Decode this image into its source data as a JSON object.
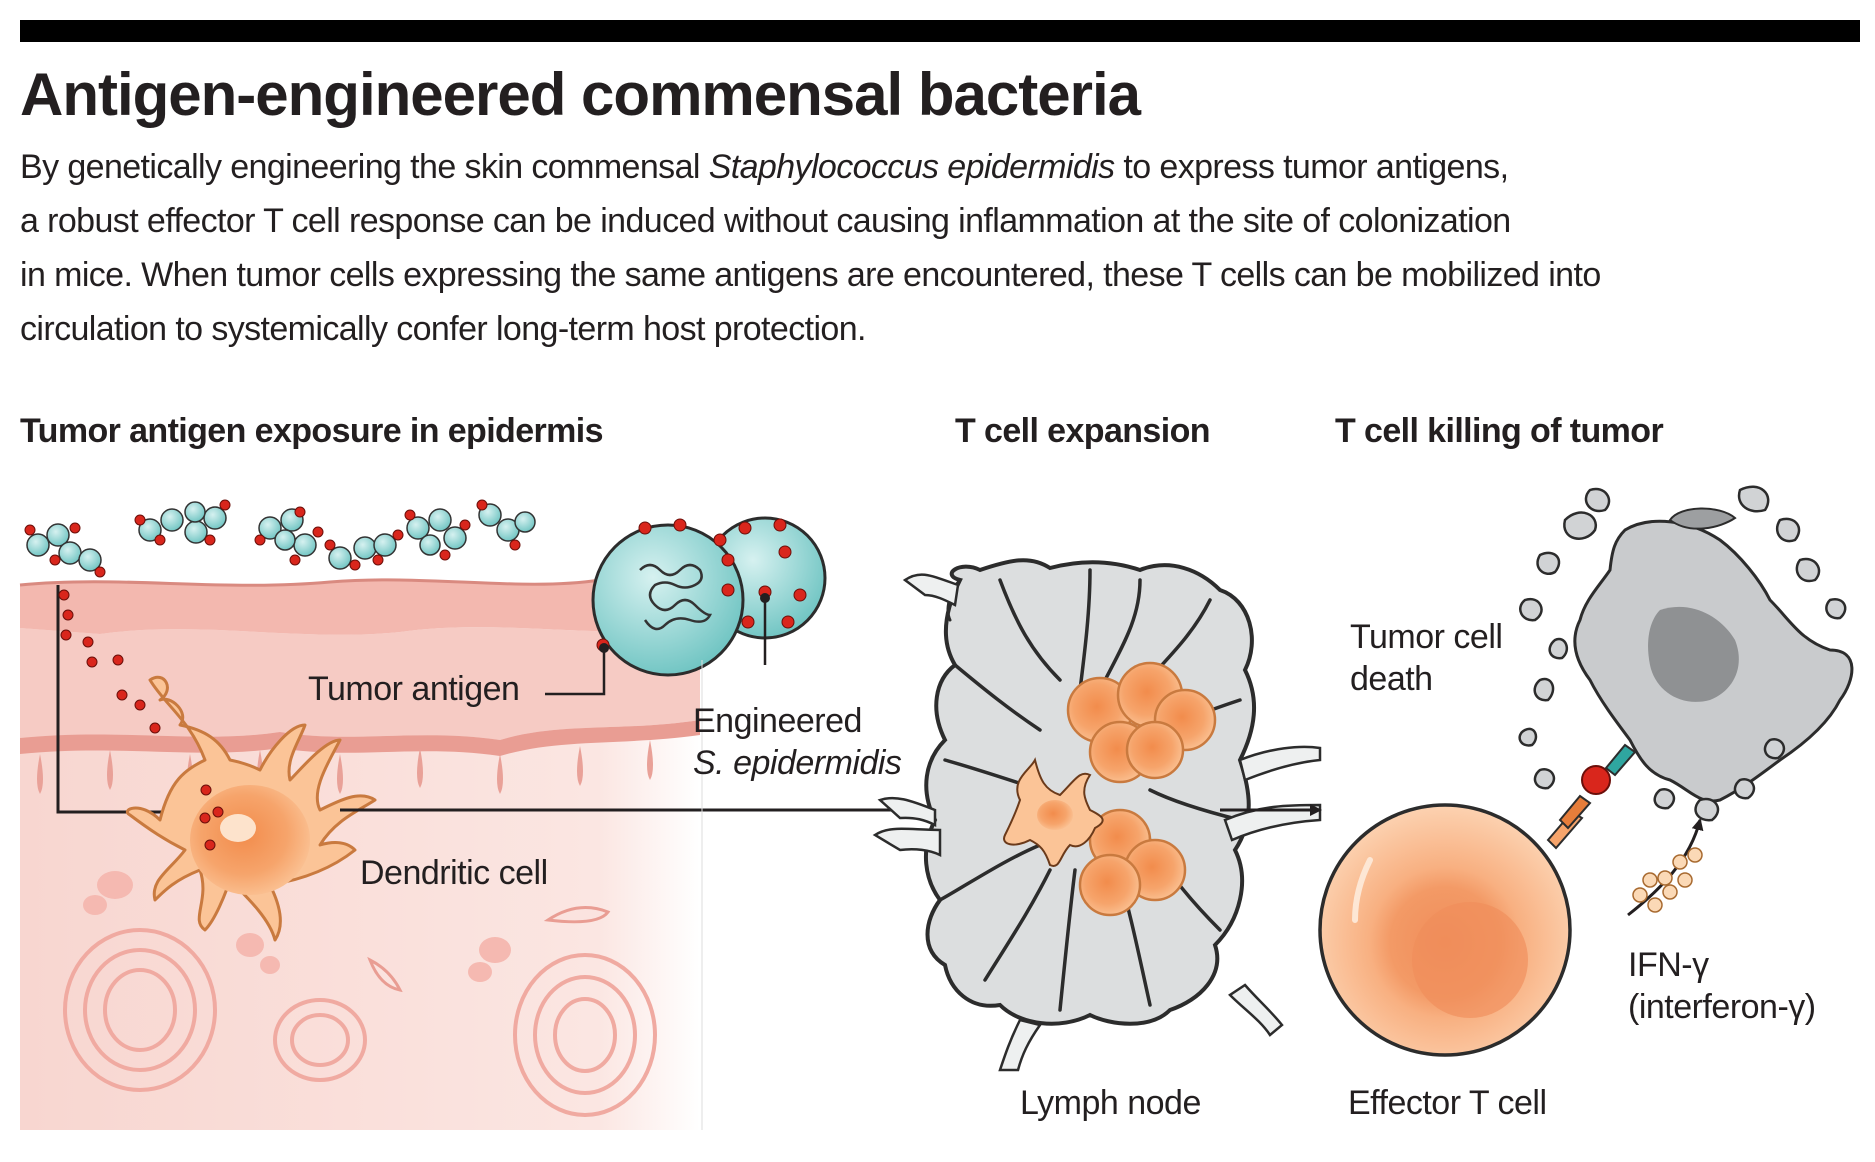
{
  "title": "Antigen-engineered commensal bacteria",
  "subtitle": {
    "line1_pre": "By genetically engineering the skin commensal ",
    "line1_italic": "Staphylococcus epidermidis",
    "line1_post": " to express tumor antigens,",
    "line2": "a robust effector T cell response can be induced without causing inflammation at the site of colonization",
    "line3": "in mice. When tumor cells expressing the same antigens are encountered, these T cells can be mobilized into",
    "line4": "circulation to systemically confer long-term host protection."
  },
  "panels": {
    "exposure": "Tumor antigen exposure in epidermis",
    "expansion": "T cell expansion",
    "killing": "T cell killing of tumor"
  },
  "labels": {
    "tumor_antigen": "Tumor antigen",
    "engineered_line1": "Engineered",
    "engineered_line2": "S. epidermidis",
    "dendritic_cell": "Dendritic cell",
    "lymph_node": "Lymph node",
    "tumor_death_line1": "Tumor cell",
    "tumor_death_line2": "death",
    "effector_t_cell": "Effector T cell",
    "ifn_line1": "IFN-γ",
    "ifn_line2": "(interferon-γ)"
  },
  "colors": {
    "skin_light": "#fbe3df",
    "skin_mid": "#f4bdb5",
    "skin_dark": "#e8988f",
    "bacteria": "#8fd3d1",
    "antigen": "#d9261c",
    "cell_orange": "#f6a46b",
    "lymph_gray": "#dcdedf",
    "tumor_gray": "#9d9fa1"
  }
}
